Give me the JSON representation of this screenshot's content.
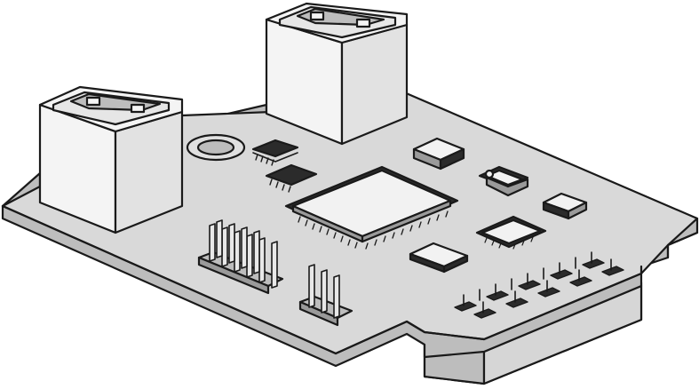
{
  "illustration": {
    "subject": "",
    "colors": {
      "board": "#d9d9d9",
      "board_edge": "#bdbdbd",
      "outline": "#1a1a1a",
      "connector_body": "#f4f4f4",
      "connector_side": "#e2e2e2",
      "chip_dark": "#2b2b2b",
      "chip_top": "#f2f2f2",
      "chip_side": "#9a9a9a",
      "pin": "#cfcfcf",
      "background": "#ffffff"
    },
    "components": [
      {
        "name": "rj45-jack-left",
        "kind": "network-jack-icon"
      },
      {
        "name": "rj45-jack-right",
        "kind": "network-jack-icon"
      },
      {
        "name": "main-processor-chip",
        "kind": "qfp-chip-icon"
      },
      {
        "name": "secondary-chip",
        "kind": "qfp-chip-icon"
      },
      {
        "name": "pin-header-2x6",
        "kind": "pin-header-icon"
      },
      {
        "name": "pin-header-1x3",
        "kind": "pin-header-icon"
      },
      {
        "name": "edge-connector-2x10",
        "kind": "pin-header-icon"
      },
      {
        "name": "coin-battery",
        "kind": "battery-icon"
      }
    ]
  }
}
